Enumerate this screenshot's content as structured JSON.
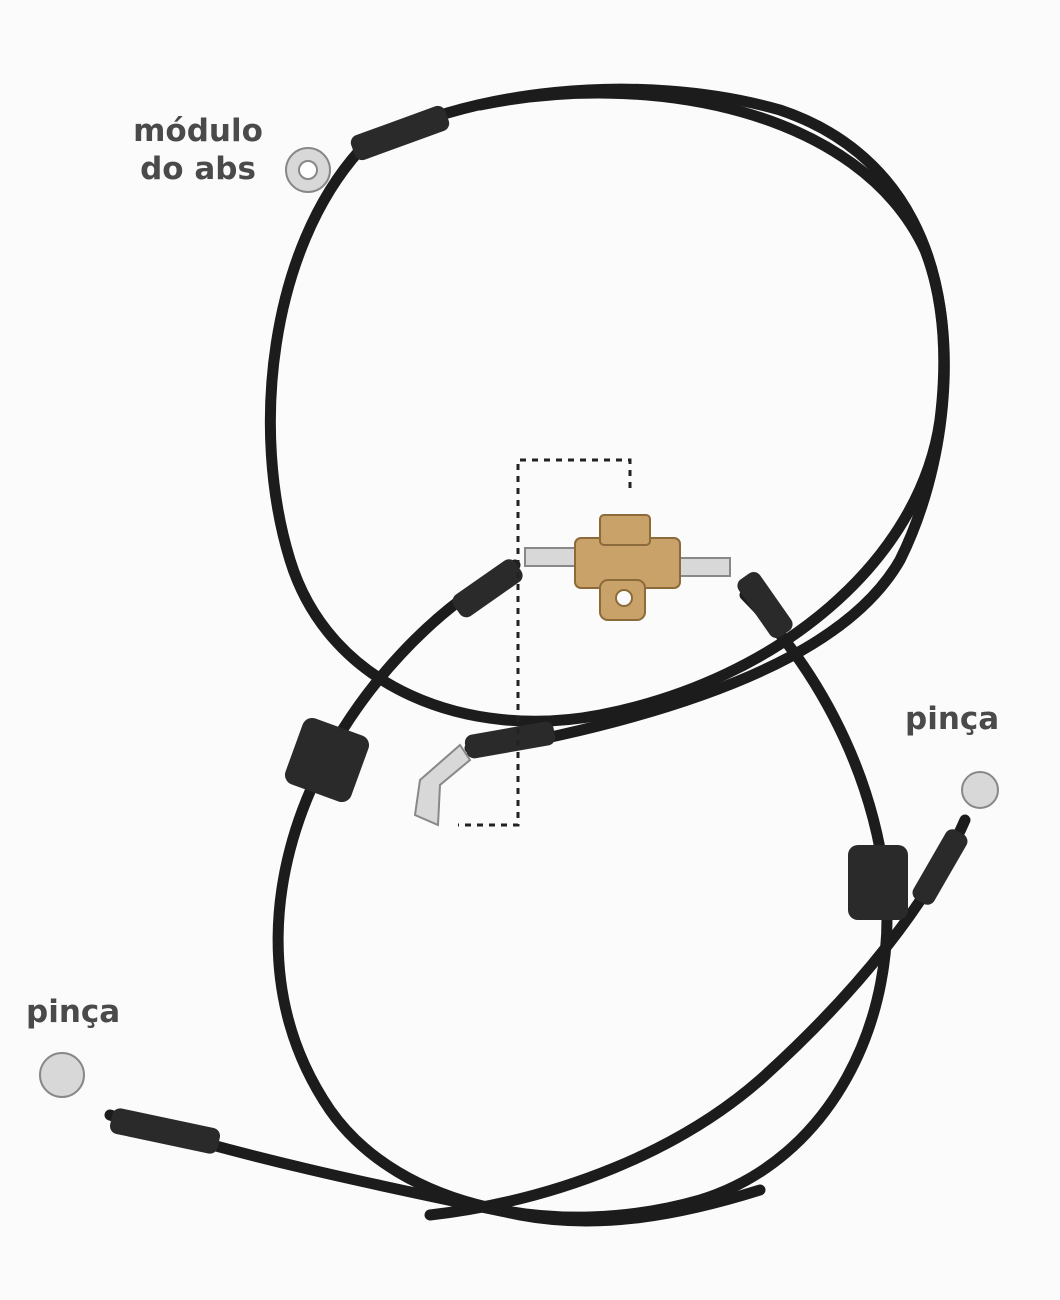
{
  "labels": {
    "abs_module_line1": "módulo",
    "abs_module_line2": "do abs",
    "caliper_right": "pinça",
    "caliper_left": "pinça"
  },
  "colors": {
    "hose": "#1c1c1c",
    "brass": "#c9a26a",
    "chrome": "#d8d8d8",
    "label": "#4a4a4a"
  }
}
